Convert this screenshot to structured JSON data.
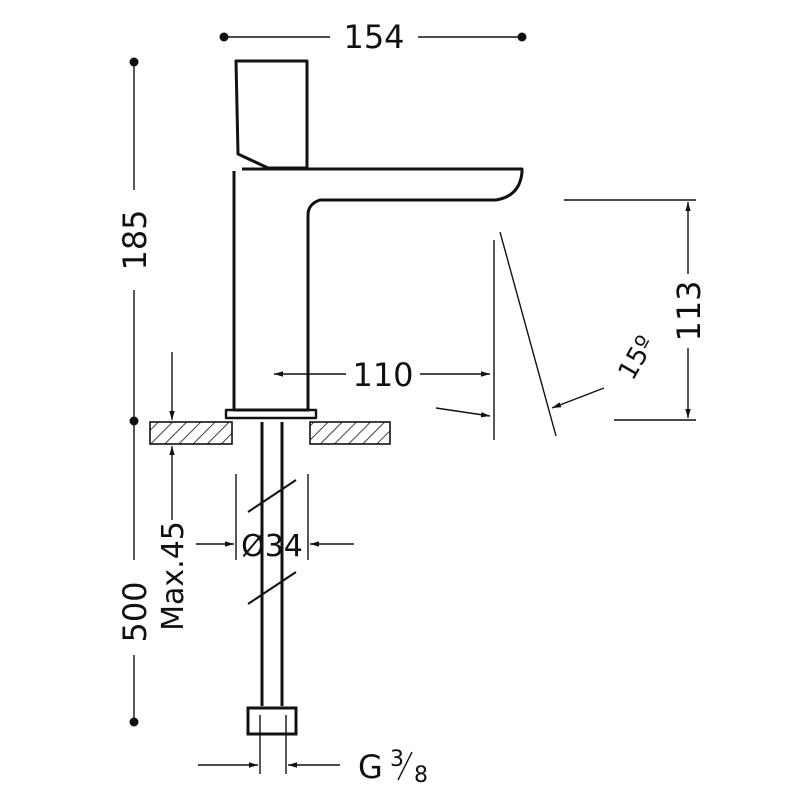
{
  "dimensions": {
    "width_total": "154",
    "height_body": "185",
    "spout_reach": "110",
    "spout_height": "113",
    "spout_angle": "15º",
    "hose_length": "500",
    "max_deck": "Max.45",
    "hole_diameter": "Ø34",
    "connection": "G",
    "connection_num": "3",
    "connection_den": "8"
  }
}
